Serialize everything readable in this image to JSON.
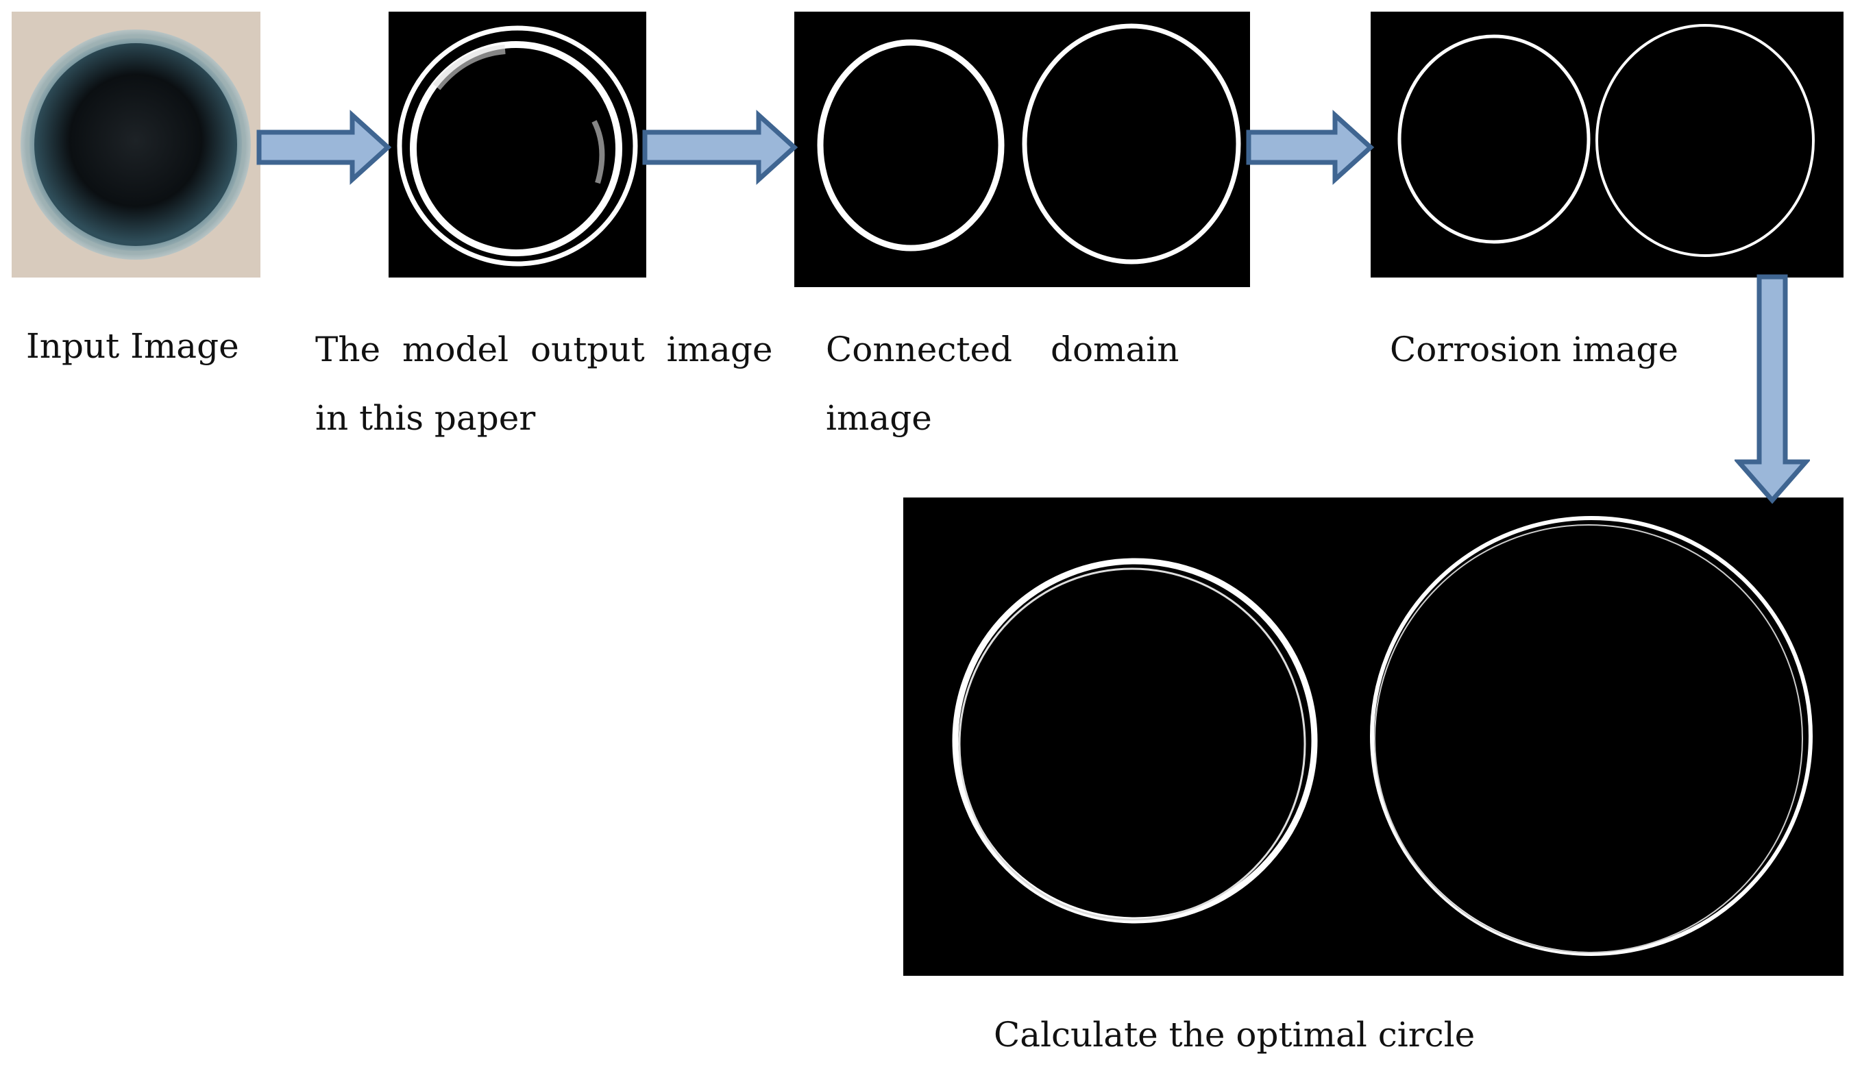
{
  "stages": {
    "input": {
      "label": "Input Image"
    },
    "model_output": {
      "label_line1": "The model output image",
      "label_line2": "in this paper"
    },
    "connected": {
      "label_line1": "Connected domain",
      "label_line2": "image"
    },
    "corrosion": {
      "label": "Corrosion image"
    },
    "optimal": {
      "label": "Calculate the optimal circle"
    }
  },
  "colors": {
    "arrow_fill": "#9bb7d9",
    "arrow_stroke": "#3f6591",
    "panel_background": "#000000",
    "ring": "#ffffff"
  }
}
